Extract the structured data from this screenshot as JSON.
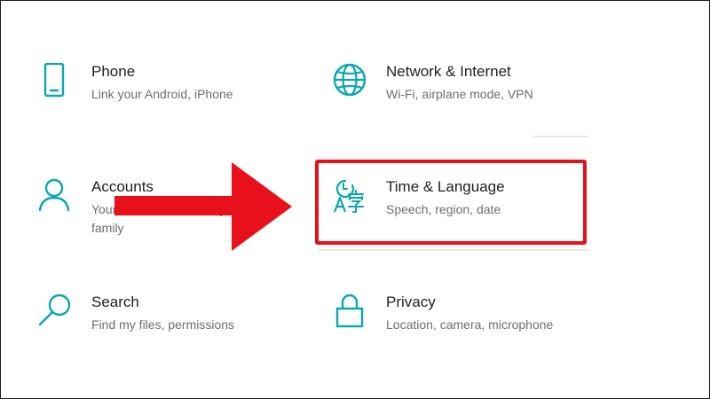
{
  "colors": {
    "icon_accent": "#0aa7b0",
    "highlight_red": "#e8101b",
    "title_text": "#1f1f1f",
    "description_text": "#6e6e6e"
  },
  "settings": {
    "phone": {
      "icon": "phone-icon",
      "title": "Phone",
      "description": "Link your Android, iPhone"
    },
    "network": {
      "icon": "globe-icon",
      "title": "Network & Internet",
      "description": "Wi-Fi, airplane mode, VPN"
    },
    "accounts": {
      "icon": "person-icon",
      "title": "Accounts",
      "description": "Your accounts, email, sync, work, family"
    },
    "time_language": {
      "icon": "time-language-icon",
      "title": "Time & Language",
      "description": "Speech, region, date"
    },
    "search": {
      "icon": "search-icon",
      "title": "Search",
      "description": "Find my files, permissions"
    },
    "privacy": {
      "icon": "lock-icon",
      "title": "Privacy",
      "description": "Location, camera, microphone"
    }
  },
  "annotation": {
    "highlighted_item": "Time & Language",
    "pointer": "arrow-annotation"
  }
}
